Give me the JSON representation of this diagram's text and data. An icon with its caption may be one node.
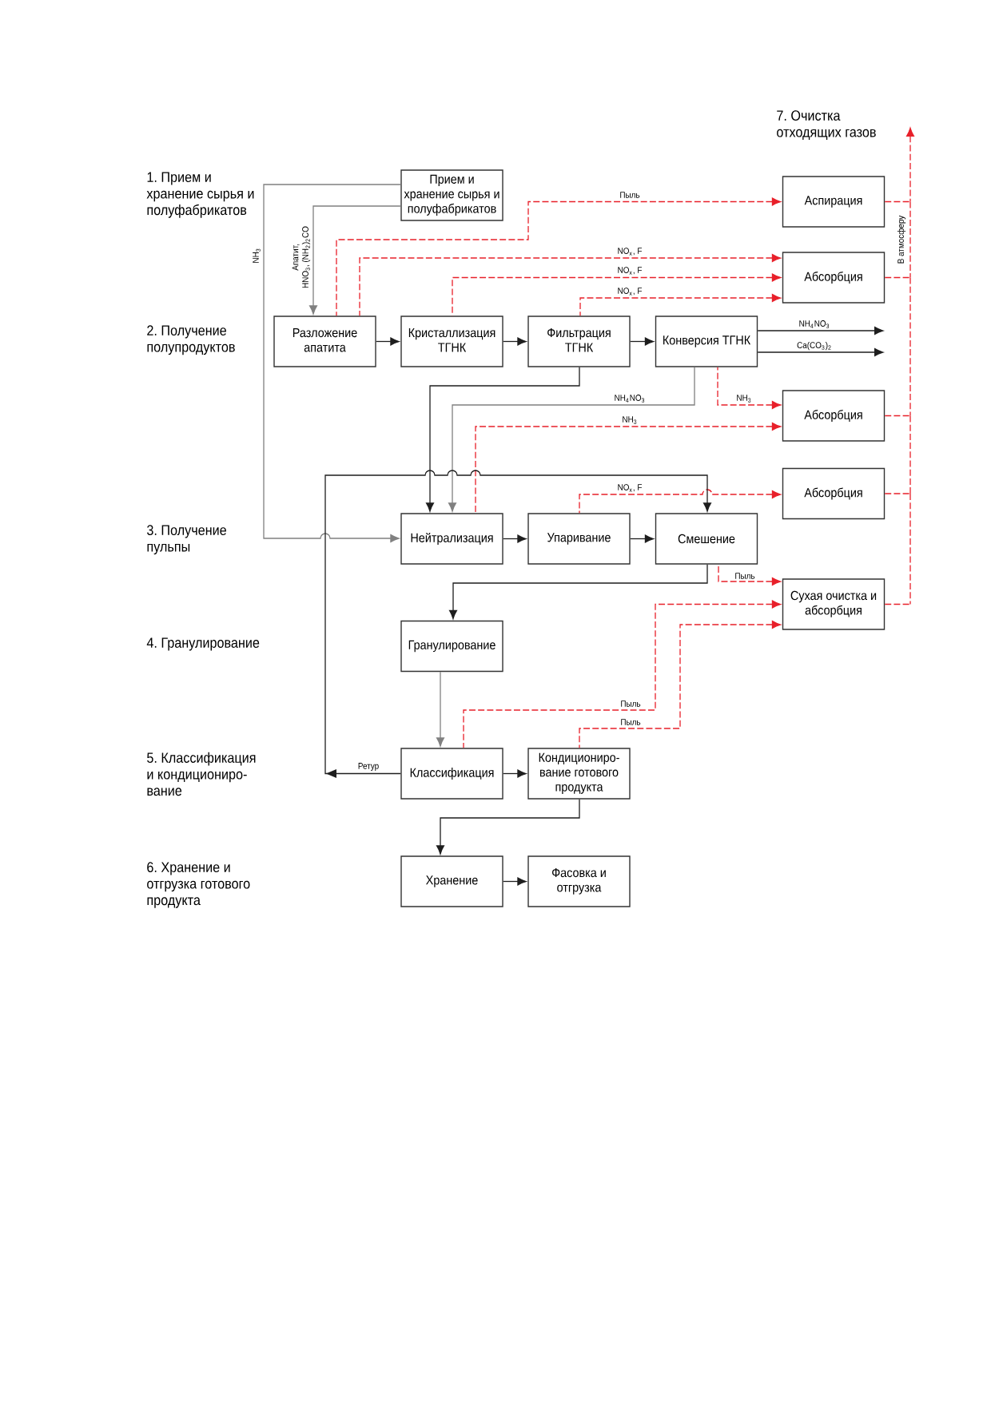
{
  "diagram": {
    "nodes": [
      {
        "text": [
          "Прием и хранение сырья и полуфабрикатов"
        ]
      },
      {
        "text": [
          "Аспирация"
        ]
      },
      {
        "text": [
          "Абсорбция"
        ]
      },
      {
        "text": [
          "Разложение апатита"
        ]
      },
      {
        "text": [
          "Кристаллизация ТГНК"
        ]
      },
      {
        "text": [
          "Фильтрация ТГНК"
        ]
      },
      {
        "text": [
          "Конверсия ТГНК"
        ]
      },
      {
        "text": [
          "Абсорбция"
        ]
      },
      {
        "text": [
          "Абсорбция"
        ]
      },
      {
        "text": [
          "Нейтрализация"
        ]
      },
      {
        "text": [
          "Упаривание"
        ]
      },
      {
        "text": [
          "Смешение"
        ]
      },
      {
        "text": [
          "Сухая очистка и абсорбция"
        ]
      },
      {
        "text": [
          "Гранулирование"
        ]
      },
      {
        "text": [
          "Классификация"
        ]
      },
      {
        "text": [
          "Кондициониро- вание готового продукта"
        ]
      },
      {
        "text": [
          "Хранение"
        ]
      },
      {
        "text": [
          "Фасовка и отгрузка"
        ]
      }
    ],
    "edges": [
      {
        "from": 0,
        "to": 9,
        "arrow": "to",
        "label": "NH$_{3}$",
        "color": "#808080"
      },
      {
        "from": 0,
        "to": 3,
        "arrow": "to",
        "label": "Апатит, HNO$_{3}$, (NH$_{2}$)$_{2}$CO",
        "color": "#808080"
      },
      {
        "from": 3,
        "to": 1,
        "arrow": "to",
        "label": "Пыль",
        "style": "dashed",
        "color": "#e8202a"
      },
      {
        "from": 3,
        "to": 2,
        "arrow": "to",
        "label": "NO$_{x}$, F",
        "style": "dashed",
        "color": "#e8202a"
      },
      {
        "from": 4,
        "to": 2,
        "arrow": "to",
        "label": "NO$_{x}$, F",
        "style": "dashed",
        "color": "#e8202a"
      },
      {
        "from": 5,
        "to": 2,
        "arrow": "to",
        "label": "NO$_{x}$, F",
        "style": "dashed",
        "color": "#e8202a"
      },
      {
        "from": 3,
        "to": 4,
        "arrow": "to",
        "color": "#1e1e1e"
      },
      {
        "from": 4,
        "to": 5,
        "arrow": "to",
        "color": "#1e1e1e"
      },
      {
        "from": 5,
        "to": 6,
        "arrow": "to",
        "color": "#1e1e1e"
      },
      {
        "from": 6,
        "to": null,
        "arrow": "to",
        "label": "NH$_{4}$NO$_{3}$",
        "color": "#1e1e1e"
      },
      {
        "from": 6,
        "to": null,
        "arrow": "to",
        "label": "Ca(CO$_{3}$)$_{2}$",
        "color": "#1e1e1e"
      },
      {
        "from": 6,
        "to": 7,
        "arrow": "to",
        "label": "NH$_{3}$",
        "style": "dashed",
        "color": "#e8202a"
      },
      {
        "from": 5,
        "to": 9,
        "arrow": "to",
        "color": "#1e1e1e"
      },
      {
        "from": 6,
        "to": 9,
        "arrow": "to",
        "label": "NH$_{4}$NO$_{3}$",
        "color": "#808080"
      },
      {
        "from": 9,
        "to": 7,
        "arrow": "to",
        "label": "NH$_{3}$",
        "style": "dashed",
        "color": "#e8202a"
      },
      {
        "from": 14,
        "to": 11,
        "arrow": "to",
        "label": "Ретур",
        "color": "#1e1e1e"
      },
      {
        "from": 9,
        "to": 10,
        "arrow": "to",
        "color": "#1e1e1e"
      },
      {
        "from": 10,
        "to": 11,
        "arrow": "to",
        "color": "#1e1e1e"
      },
      {
        "from": 10,
        "to": 8,
        "arrow": "to",
        "label": "NO$_{x}$, F",
        "style": "dashed",
        "color": "#e8202a"
      },
      {
        "from": 11,
        "to": 13,
        "arrow": "to",
        "color": "#1e1e1e"
      },
      {
        "from": 11,
        "to": 12,
        "arrow": "to",
        "label": "Пыль",
        "style": "dashed",
        "color": "#e8202a"
      },
      {
        "from": 14,
        "to": 12,
        "arrow": "to",
        "label": "Пыль",
        "style": "dashed",
        "color": "#e8202a"
      },
      {
        "from": 15,
        "to": 12,
        "arrow": "to",
        "label": "Пыль",
        "style": "dashed",
        "color": "#e8202a"
      },
      {
        "from": 13,
        "to": 14,
        "arrow": "to",
        "color": "#808080"
      },
      {
        "from": 14,
        "to": 15,
        "arrow": "to",
        "color": "#1e1e1e"
      },
      {
        "from": 15,
        "to": 16,
        "arrow": "to",
        "color": "#1e1e1e"
      },
      {
        "from": 16,
        "to": 17,
        "arrow": "to",
        "color": "#1e1e1e"
      },
      {
        "from": 1,
        "to": null,
        "arrow": "to",
        "style": "dashed",
        "color": "#e8202a"
      },
      {
        "from": 2,
        "to": null,
        "arrow": "to",
        "style": "dashed",
        "color": "#e8202a"
      },
      {
        "from": 7,
        "to": null,
        "arrow": "to",
        "style": "dashed",
        "color": "#e8202a"
      },
      {
        "from": 8,
        "to": null,
        "arrow": "to",
        "style": "dashed",
        "color": "#e8202a"
      },
      {
        "from": 12,
        "to": null,
        "arrow": "to",
        "style": "dashed",
        "color": "#e8202a"
      }
    ],
    "labels": [
      "1. Прием и хранение сырья и полуфабрикатов",
      "2. Получение полупродуктов",
      "3. Получение пульпы",
      "4. Гранулирование",
      "5. Классификация и кондициониро- вание",
      "6. Хранение и отгрузка готового продукта",
      "7. Очистка отходящих газов",
      "В атмосферу"
    ]
  }
}
